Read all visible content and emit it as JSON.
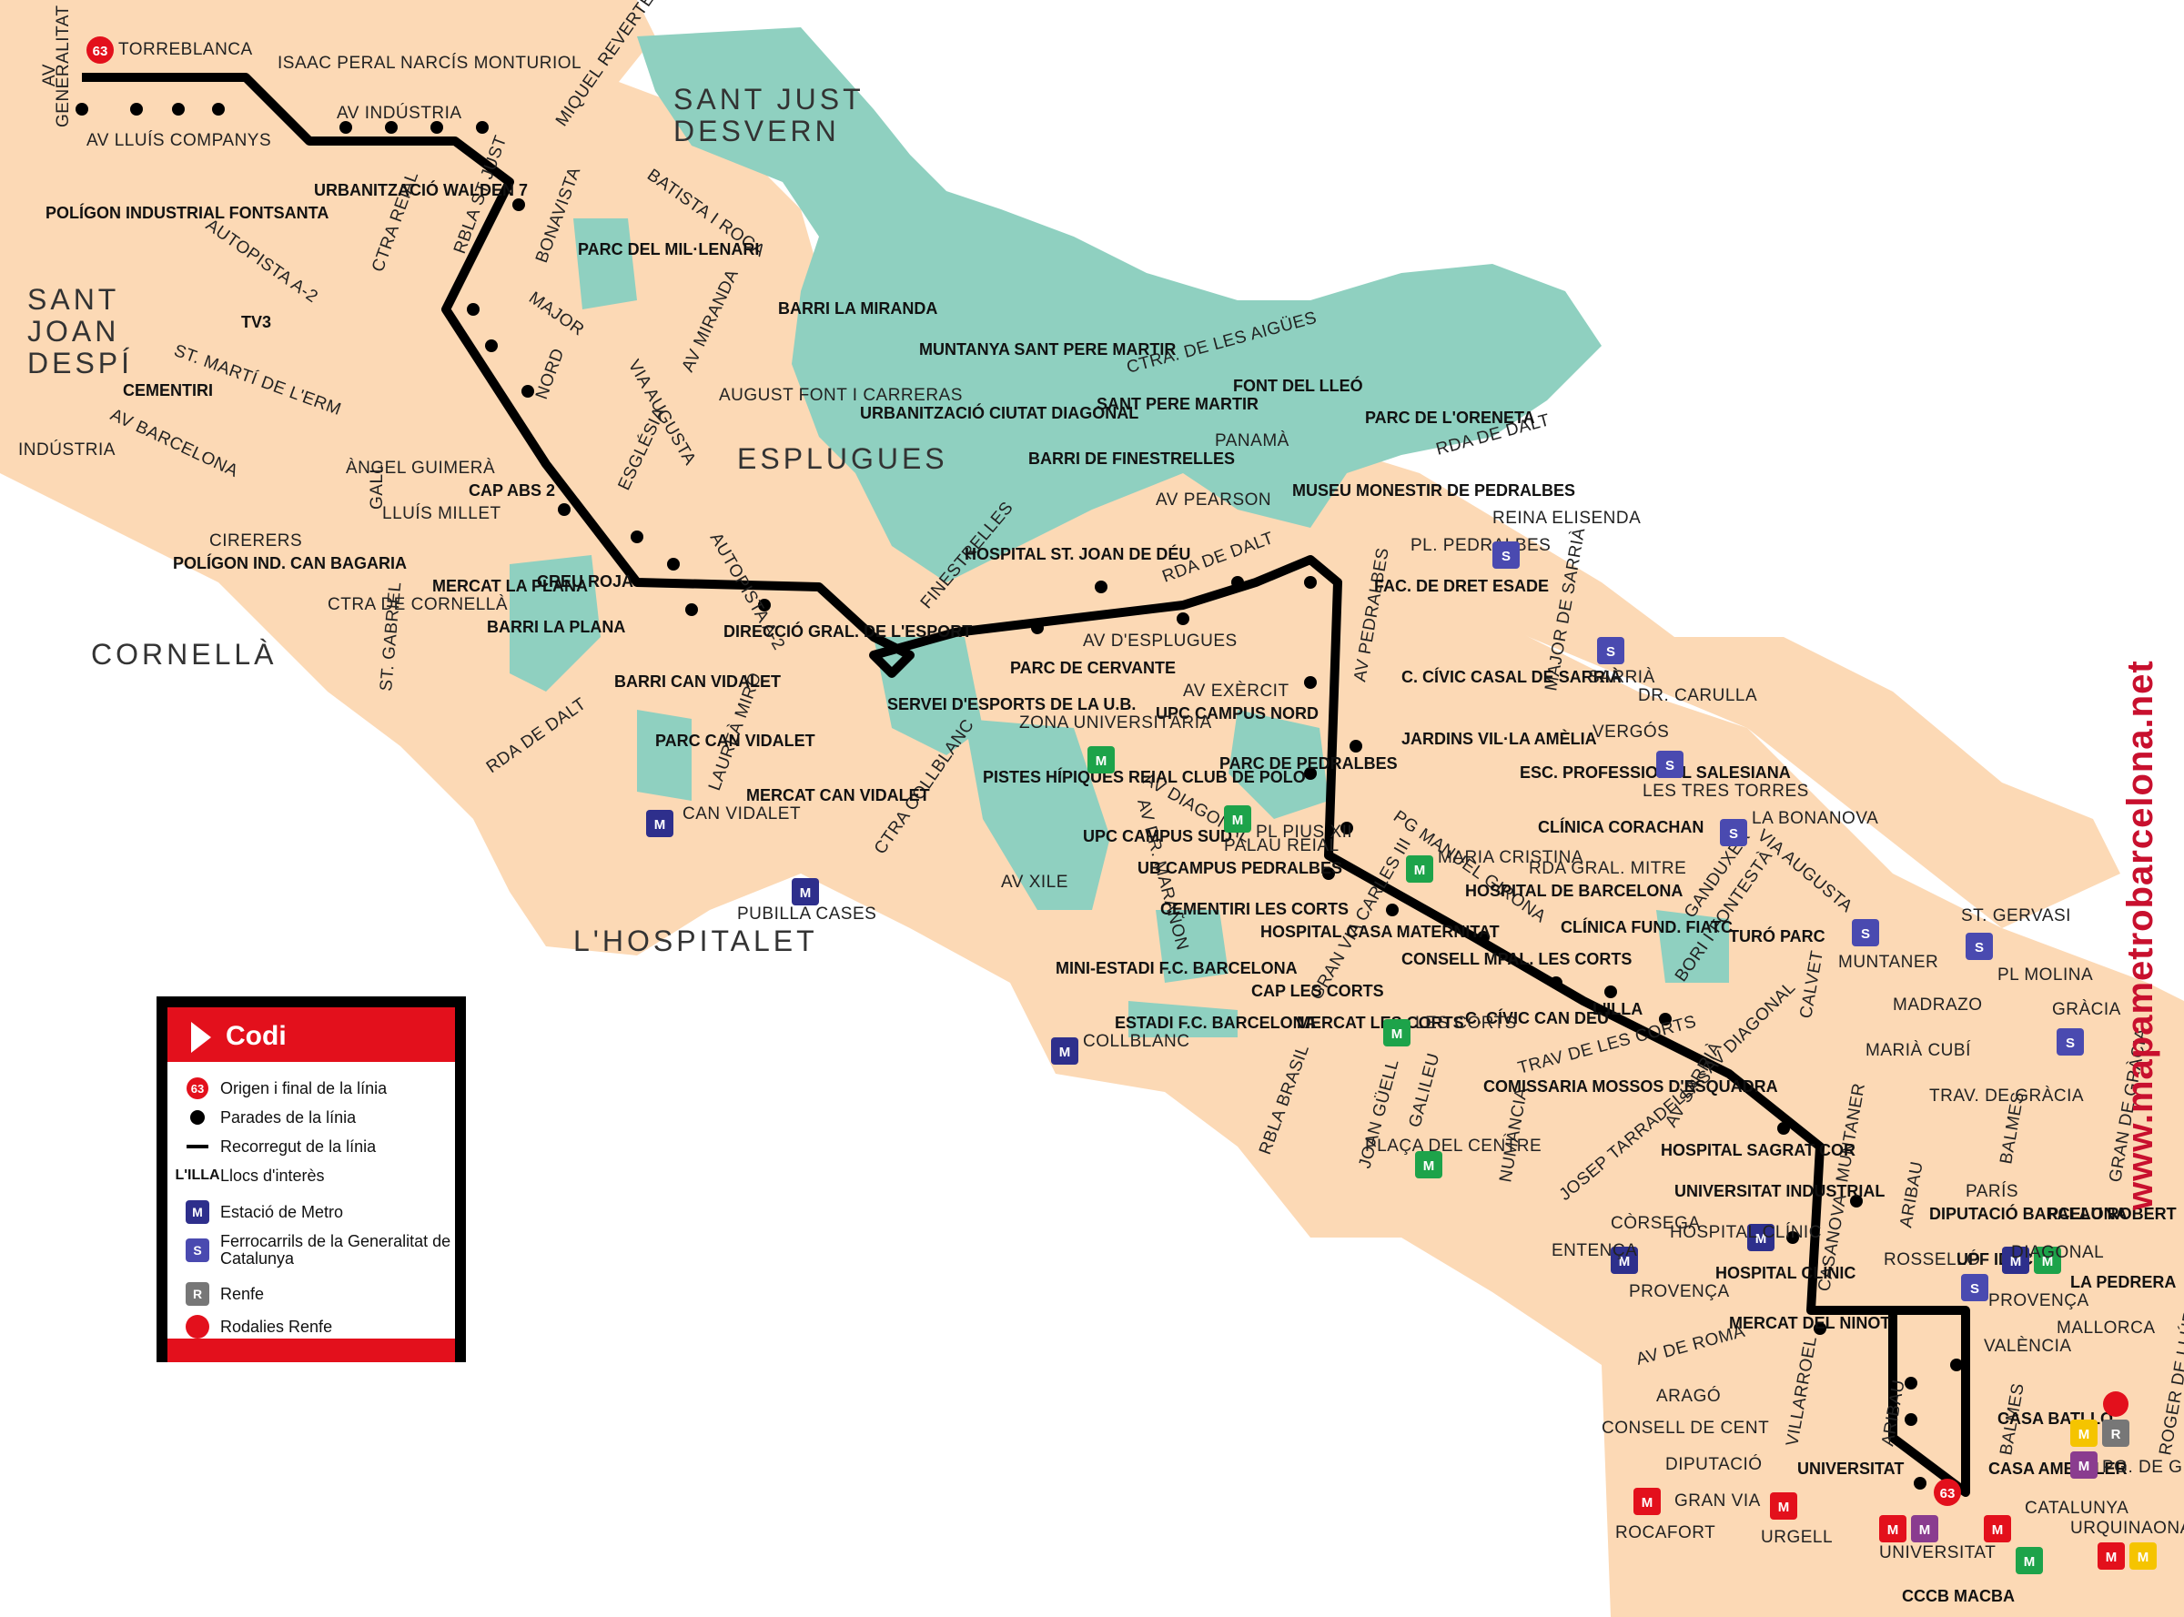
{
  "line_code": "63",
  "colors": {
    "urban": "#fcd9b5",
    "park": "#8fd0c0",
    "route": "#000000",
    "accent_red": "#e3101c",
    "metro": "#2e2f8c",
    "fgc": "#4a4ab0",
    "metro_green": "#1da34a",
    "metro_yellow": "#f5c400",
    "metro_purple": "#8a3c8f"
  },
  "districts": {
    "sant_just_1": "SANT JUST",
    "sant_just_2": "DESVERN",
    "sant_joan_1": "SANT",
    "sant_joan_2": "JOAN",
    "sant_joan_3": "DESPÍ",
    "esplugues": "ESPLUGUES",
    "cornella": "CORNELLÀ",
    "hospitalet": "L'HOSPITALET"
  },
  "streets": {
    "av_generalitat_1": "AV",
    "av_generalitat_2": "GENERALITAT",
    "torreblanca": "TORREBLANCA",
    "isaac_peral": "ISAAC PERAL",
    "narcis_monturiol": "NARCÍS MONTURIOL",
    "miquel_reverter": "MIQUEL REVERTER",
    "av_industria": "AV INDÚSTRIA",
    "av_lluis_companys": "AV LLUÍS COMPANYS",
    "batista_roca": "BATISTA I ROCA",
    "autopista_a2": "AUTOPISTA A-2",
    "bonavista": "BONAVISTA",
    "ctra_reial": "CTRA REIAL",
    "rbla_st_just": "RBLA ST JUST",
    "major": "MAJOR",
    "nord": "NORD",
    "via_augusta": "VIA AUGUSTA",
    "av_miranda": "AV MIRANDA",
    "ctra_aigues": "CTRA. DE LES AIGÜES",
    "st_marti_erm": "ST. MARTÍ DE L'ERM",
    "av_barcelona": "AV BARCELONA",
    "industria": "INDÚSTRIA",
    "angel_guimera": "ÀNGEL GUIMERÀ",
    "gall": "GALL",
    "lluis_millet": "LLUÍS MILLET",
    "esglesia": "ESGLÉSIA",
    "autopista_a2b": "AUTOPISTA A-2",
    "august_font": "AUGUST FONT I CARRERAS",
    "cirerers": "CIRERERS",
    "ctra_cornella": "CTRA DE CORNELLÀ",
    "st_gabriel": "ST. GABRIEL",
    "rda_dalt": "RDA DE DALT",
    "laurea_miro": "LAUREÀ MIRÓ",
    "ctra_collblanc": "CTRA COLLBLANC",
    "finestrelles": "FINESTRELLES",
    "av_pearson": "AV PEARSON",
    "panama": "PANAMÀ",
    "rda_dalt2": "RDA DE DALT",
    "rda_dalt3": "RDA DE DALT",
    "av_esplugues": "AV D'ESPLUGUES",
    "av_exercit": "AV EXÈRCIT",
    "av_diagonal": "AV DIAGONAL",
    "av_dr_maranon": "AV DR. MARAÑON",
    "av_xile": "AV XILE",
    "av_pedralbes": "AV PEDRALBES",
    "pl_pedralbes": "PL. PEDRALBES",
    "pl_pius_xii": "PL PIUS XII",
    "pg_manuel_girona": "PG MANUEL GIRONA",
    "major_sarria": "MAJOR DE SARRIÀ",
    "dr_carulla": "DR. CARULLA",
    "vergos": "VERGÓS",
    "rda_gral_mitre": "RDA GRAL. MITRE",
    "ganduxer": "GANDUXER",
    "via_augusta2": "VIA AUGUSTA",
    "bori_fontesta": "BORI I FONTESTÀ",
    "av_diagonal2": "AV DIAGONAL",
    "calvet": "CALVET",
    "madrazo": "MADRAZO",
    "maria_cubi": "MARIÀ CUBÍ",
    "trav_gracia": "TRAV. DE GRÀCIA",
    "gran_via_carles": "GRAN VIA CARLES III",
    "trav_corts": "TRAV DE LES CORTS",
    "av_sarria": "AV SARRIÀ",
    "rbla_brasil": "RBLA BRASIL",
    "joan_guell": "JOAN GÜELL",
    "galileu": "GALILEU",
    "numancia": "NUMÀNCIA",
    "josep_tarradellas": "JOSEP TARRADELLAS",
    "corsega": "CÒRSEGA",
    "provenca": "PROVENÇA",
    "casanova": "CASANOVA",
    "muntaner": "MUNTANER",
    "aribau": "ARIBAU",
    "balmes": "BALMES",
    "paris": "PARÍS",
    "rossello": "ROSSELLÓ",
    "valencia": "VALÈNCIA",
    "mallorca": "MALLORCA",
    "roger_lluria": "ROGER DE LLÚRIA",
    "gran_gracia": "GRAN DE GRÀCIA",
    "av_roma": "AV DE ROMA",
    "arago": "ARAGÓ",
    "consell_cent": "CONSELL DE CENT",
    "diputacio": "DIPUTACIÓ",
    "gran_via": "GRAN VIA",
    "villarroel": "VILLARROEL",
    "aribau2": "ARIBAU",
    "balmes2": "BALMES"
  },
  "places": {
    "urb_walden": "URBANITZACIÓ WALDEN 7",
    "poligon_fontsanta": "POLÍGON INDUSTRIAL FONTSANTA",
    "tv3": "TV3",
    "cementiri": "CEMENTIRI",
    "parc_mil_lenari": "PARC DEL MIL·LENARI",
    "barri_miranda": "BARRI LA MIRANDA",
    "muntanya_sant_pere": "MUNTANYA SANT PERE MARTIR",
    "urb_ciutat_diagonal": "URBANITZACIÓ CIUTAT DIAGONAL",
    "sant_pere_martir": "SANT PERE MARTIR",
    "font_lleo": "FONT DEL LLEÓ",
    "parc_oreneta": "PARC DE L'ORENETA",
    "barri_finestrelles": "BARRI DE FINESTRELLES",
    "museu_monestir": "MUSEU MONESTIR DE PEDRALBES",
    "cap_abs2": "CAP ABS 2",
    "poligon_can_bagaria": "POLÍGON IND. CAN BAGARIA",
    "mercat_plana": "MERCAT LA PLANA",
    "creu_roja": "CREU ROJA",
    "barri_plana": "BARRI LA PLANA",
    "direccio_esport": "DIRECCIÓ GRAL. DE L'ESPORT",
    "hospital_st_joan": "HOSPITAL ST. JOAN DE DÉU",
    "parc_cervante": "PARC DE CERVANTE",
    "fac_dret": "FAC. DE DRET ESADE",
    "barri_can_vidalet": "BARRI CAN VIDALET",
    "parc_can_vidalet": "PARC CAN VIDALET",
    "mercat_can_vidalet": "MERCAT CAN VIDALET",
    "servei_esports": "SERVEI D'ESPORTS DE LA U.B.",
    "upc_campus_nord": "UPC CAMPUS NORD",
    "parc_pedralbes": "PARC DE PEDRALBES",
    "ccivic_casal_sarria": "C. CÍVIC CASAL DE SARRIÀ",
    "jardins_vila_amelia": "JARDINS VIL·LA AMÈLIA",
    "esc_salesiana": "ESC. PROFESSIONAL SALESIANA",
    "pistes_hipiques": "PISTES HÍPIQUES REIAL CLUB DE POLO",
    "upc_campus_sud": "UPC CAMPUS SUD",
    "ub_campus": "UB CAMPUS PEDRALBES",
    "clinica_corachan": "CLÍNICA CORACHAN",
    "hospital_barcelona": "HOSPITAL DE BARCELONA",
    "clinica_fiatc": "CLÍNICA FUND. FIATC",
    "turo_parc": "TURÓ PARC",
    "cementiri_corts": "CEMENTIRI LES CORTS",
    "hospital_maternitat": "HOSPITAL CASA MATERNITAT",
    "consell_corts": "CONSELL MPAL. LES CORTS",
    "mini_estadi": "MINI-ESTADI F.C. BARCELONA",
    "cap_les_corts": "CAP LES CORTS",
    "estadi_fcb": "ESTADI F.C. BARCELONA",
    "mercat_les_corts": "MERCAT LES CORTS",
    "lilla": "L'ILLA",
    "ccivic_can_deu": "C. CÍVIC CAN DEU",
    "comissaria": "COMISSARIA MOSSOS D'ESQUADRA",
    "hospital_sagrat_cor": "HOSPITAL SAGRAT COR",
    "universitat_industrial": "UNIVERSITAT INDUSTRIAL",
    "hospital_clinic": "HOSPITAL CLÍNIC",
    "mercat_ninot": "MERCAT DEL NINOT",
    "diputacio_bcn": "DIPUTACIÓ BARCELONA",
    "palau_robert": "PALAU ROBERT",
    "upf_idec": "UPF IDEC",
    "la_pedrera": "LA PEDRERA",
    "casa_batllo": "CASA BATLLÓ",
    "casa_ameller": "CASA AMETLLER",
    "universitat": "UNIVERSITAT",
    "cccb_macba": "CCCB MACBA"
  },
  "stations": {
    "reina_elisenda": "REINA ELISENDA",
    "sarria": "SARRIÀ",
    "les_tres_torres": "LES TRES TORRES",
    "la_bonanova": "LA BONANOVA",
    "muntaner": "MUNTANER",
    "st_gervasi": "ST. GERVASI",
    "pl_molina": "PL MOLINA",
    "gracia": "GRÀCIA",
    "zona_universitaria": "ZONA UNIVERSITÀRIA",
    "palau_reial": "PALAU REIAL",
    "maria_cristina": "MARIA CRISTINA",
    "les_corts": "LES CORTS",
    "can_vidalet": "CAN VIDALET",
    "pubilla_cases": "PUBILLA CASES",
    "collblanc": "COLLBLANC",
    "placa_centre": "PLAÇA DEL CENTRE",
    "entenca": "ENTENÇA",
    "hospital_clinic": "HOSPITAL CLÍNIC",
    "diagonal": "DIAGONAL",
    "provenca": "PROVENÇA",
    "pg_gracia": "PG. DE GRÀCIA",
    "rocafort": "ROCAFORT",
    "urgell": "URGELL",
    "universitat": "UNIVERSITAT",
    "catalunya": "CATALUNYA",
    "urquinaona": "URQUINAONA"
  },
  "legend": {
    "title": "Codi",
    "items": [
      {
        "symbol": "63",
        "label": "Origen i final de la línia"
      },
      {
        "symbol": "dot",
        "label": "Parades de la línia"
      },
      {
        "symbol": "line",
        "label": "Recorregut de la línia"
      },
      {
        "symbol": "L'ILLA",
        "label": "Llocs d'interès"
      },
      {
        "symbol": "M",
        "label": "Estació de Metro"
      },
      {
        "symbol": "S",
        "label": "Ferrocarrils de la Generalitat de Catalunya"
      },
      {
        "symbol": "R",
        "label": "Renfe"
      },
      {
        "symbol": "rodalies",
        "label": "Rodalies Renfe"
      }
    ]
  },
  "watermark": "www.mapametrobarcelona.net"
}
